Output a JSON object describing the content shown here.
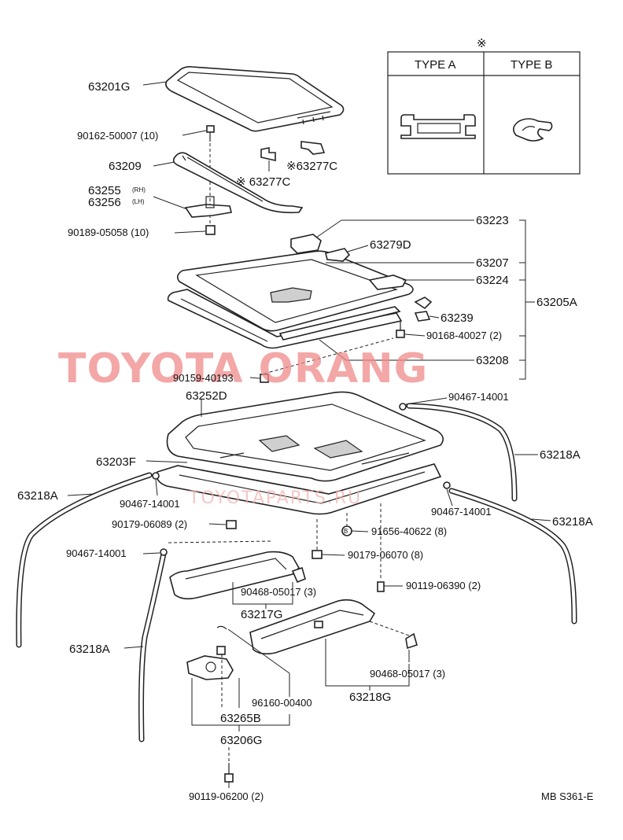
{
  "labels": {
    "p63201G": "63201G",
    "p90162": "90162-50007 (10)",
    "p63209": "63209",
    "p63277C_a": "※63277C",
    "p63277C_b": "※ 63277C",
    "p63255": "63255",
    "p63255_side": "(RH)",
    "p63256": "63256",
    "p63256_side": "(LH)",
    "p90189": "90189-05058 (10)",
    "p63223": "63223",
    "p63279D": "63279D",
    "p63207": "63207",
    "p63224": "63224",
    "p63205A": "63205A",
    "p63239": "63239",
    "p90168": "90168-40027 (2)",
    "p63208": "63208",
    "p90159": "90159-40193",
    "p63252D": "63252D",
    "p90467_top": "90467-14001",
    "p63218A_right": "63218A",
    "p63203F": "63203F",
    "p63218A_left": "63218A",
    "p90467_mid_left": "90467-14001",
    "p90467_mid_right": "90467-14001",
    "p63218A_right2": "63218A",
    "p90179_06089": "90179-06089 (2)",
    "p91656": "91656-40622 (8)",
    "p90467_low_left": "90467-14001",
    "p90179_06070": "90179-06070 (8)",
    "p90468_a": "90468-05017 (3)",
    "p90119_06390": "90119-06390 (2)",
    "p63217G": "63217G",
    "p63218A_low_left": "63218A",
    "p90468_b": "90468-05017 (3)",
    "p96160": "96160-00400",
    "p63218G": "63218G",
    "p63265B": "63265B",
    "p63206G": "63206G",
    "p90119_06200": "90119-06200 (2)"
  },
  "type_table": {
    "mark": "※",
    "col_a": "TYPE A",
    "col_b": "TYPE B"
  },
  "watermark": {
    "main": "TOYOTA ORANG",
    "sub": "TOYOTAPARTS.RU"
  },
  "figure_code": "MB S361-E",
  "colors": {
    "watermark": "#f08a8a",
    "line": "#222222"
  }
}
